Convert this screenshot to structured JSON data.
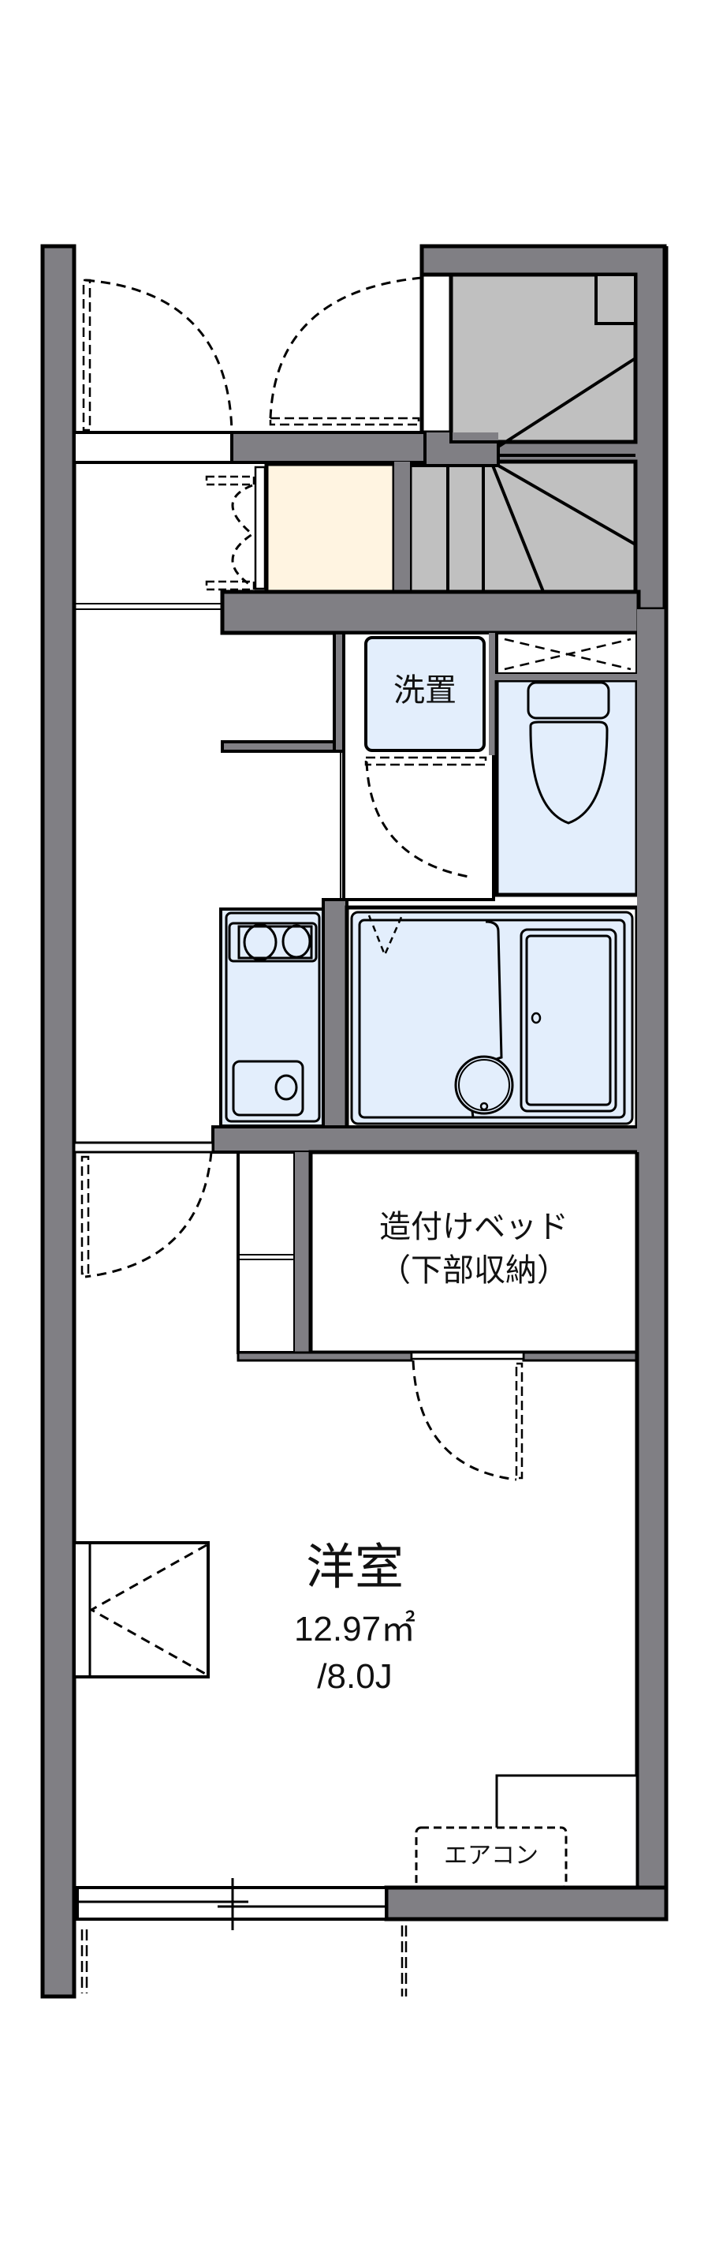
{
  "colors": {
    "wall": "#807f84",
    "stair": "#c0c0c0",
    "fixture": "#e3eefc",
    "closet": "#fff4e1",
    "line": "#000000",
    "background": "#ffffff"
  },
  "rooms": {
    "washer": {
      "label": "洗置"
    },
    "bed": {
      "line1": "造付けベッド",
      "line2": "（下部収納）"
    },
    "western_room": {
      "name": "洋室",
      "area": "12.97㎡",
      "size": "/8.0J"
    },
    "aircon": {
      "label": "エアコン"
    }
  }
}
